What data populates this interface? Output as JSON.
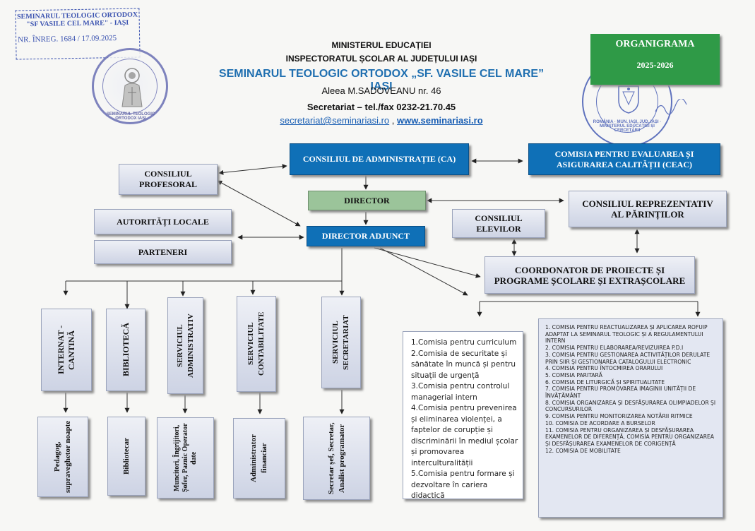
{
  "stamp_reg": {
    "line1": "SEMINARUL TEOLOGIC ORTODOX",
    "line2": "\"SF VASILE CEL MARE\" - IAȘI",
    "reg": "NR. ÎNREG. 1684 / 17.09.2025"
  },
  "seal_left": {
    "text": "SEMINARUL TEOLOGIC ORTODOX IAȘI"
  },
  "seal_right": {
    "text": "ROMÂNIA · MUN. IAȘI, JUD. IAȘI · MINISTERUL EDUCAȚIEI ȘI CERCETĂRII"
  },
  "header": {
    "ministry": "MINISTERUL EDUCAȚIEI",
    "inspectorate": "INSPECTORATUL ȘCOLAR AL JUDEȚULUI IAȘI",
    "school": "SEMINARUL TEOLOGIC ORTODOX „SF. VASILE CEL MARE” IAȘI",
    "address": "Aleea M.SADOVEANU nr. 46",
    "secretariat": "Secretariat – tel./fax 0232-21.70.45",
    "email": "secretariat@seminariasi.ro",
    "sep": " , ",
    "website": "www.seminariasi.ro"
  },
  "title_box": {
    "title": "ORGANIGRAMA",
    "year": "2025-2026"
  },
  "nodes": {
    "ca": "CONSILIUL DE ADMINISTRAȚIE (CA)",
    "ceac": "COMISIA PENTRU EVALUAREA ȘI ASIGURAREA CALITĂȚII (CEAC)",
    "cons_prof": "CONSILIUL PROFESORAL",
    "director": "DIRECTOR",
    "cons_parinti": "CONSILIUL REPREZENTATIV AL PĂRINȚILOR",
    "autoritati": "AUTORITĂȚI LOCALE",
    "parteneri": "PARTENERI",
    "director_adj": "DIRECTOR ADJUNCT",
    "cons_elevi": "CONSILIUL ELEVILOR",
    "coordonator": "COORDONATOR DE PROIECTE ȘI PROGRAME ȘCOLARE ȘI EXTRAȘCOLARE"
  },
  "departments": [
    {
      "name": "INTERNAT - CANTINĂ",
      "staff": "Pedagog, supraveghetor noapte"
    },
    {
      "name": "BIBLIOTECĂ",
      "staff": "Bibliotecar"
    },
    {
      "name": "SERVICIUL ADMINISTRATIV",
      "staff": "Muncitori, Îngrijitori, Șofer, Paznic Operator date"
    },
    {
      "name": "SERVICIUL CONTABILITATE",
      "staff": "Administrator financiar"
    },
    {
      "name": "SERVICIUL SECRETARIAT",
      "staff": "Secretar șef, Secretar, Analist programator"
    }
  ],
  "commissions_left": [
    "1.Comisia pentru curriculum",
    "2.Comisia de securitate și sănătate în muncă și pentru situații de urgență",
    "3.Comisia pentru controlul managerial intern",
    "4.Comisia pentru prevenirea și eliminarea violenței, a faptelor de corupție și discriminării în mediul școlar și promovarea interculturalității",
    "5.Comisia pentru formare și dezvoltare în cariera didactică"
  ],
  "commissions_right": [
    "1. COMISIA PENTRU REACTUALIZAREA ȘI APLICAREA ROFUIP ADAPTAT LA SEMINARUL TEOLOGIC ȘI A REGULAMENTULUI INTERN",
    "2. COMISIA PENTRU ELABORAREA/REVIZUIREA P.D.I",
    "3. COMISIA PENTRU GESTIONAREA ACTIVITĂȚILOR DERULATE PRIN SIIR ȘI GESTIONAREA CATALOGULUI ELECTRONIC",
    "4. COMISIA PENTRU ÎNTOCMIREA ORARULUI",
    "5. COMISIA PARITARĂ",
    "6. COMISIA DE LITURGICĂ ȘI SPIRITUALITATE",
    "7. COMISIA PENTRU PROMOVAREA IMAGINII UNITĂȚII DE ÎNVĂȚĂMÂNT",
    "8. COMISIA ORGANIZAREA ȘI DESFĂȘURAREA OLIMPIADELOR ȘI CONCURSURILOR",
    "9. COMISIA PENTRU MONITORIZAREA NOTĂRII RITMICE",
    "10. COMISIA DE ACORDARE A BURSELOR",
    "11. COMISIA PENTRU ORGANIZAREA ȘI DESFĂȘURAREA EXAMENELOR DE DIFERENȚĂ, COMISIA PENTRU ORGANIZAREA ȘI DESFĂȘURAREA EXAMENELOR DE CORIGENȚĂ",
    "12. COMISIA DE MOBILITATE"
  ],
  "colors": {
    "blue": "#0f70b7",
    "green_title": "#2f9a47",
    "green_node": "#9bc49a",
    "stamp_blue": "#3a52b0",
    "link_blue": "#1a5fb4"
  }
}
